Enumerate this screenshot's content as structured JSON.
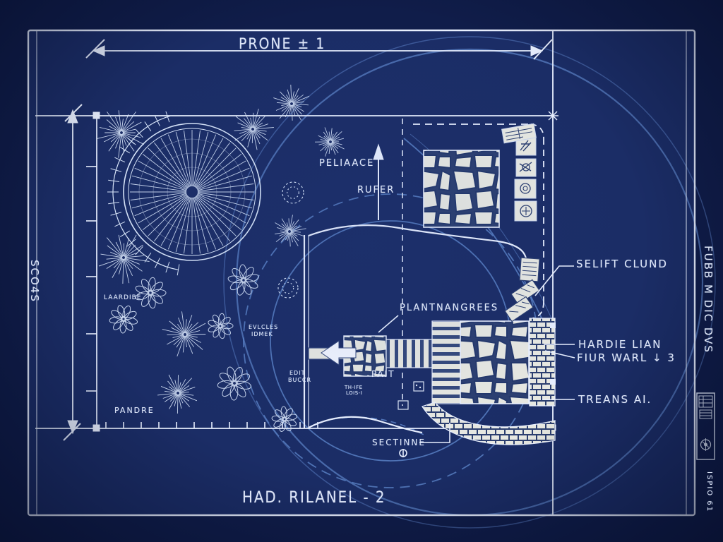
{
  "document": {
    "kind": "blueprint-landscape-plan",
    "sheet_number": "2"
  },
  "labels": {
    "top_dimension": "PRONE ± 1",
    "bottom_title": "HAD. RILANEL - 2",
    "left_margin": "SCO4S",
    "right_margin": "FUBB M DIC DVS",
    "corner_number": "ISPIO 61",
    "terrace": "PELIAACE",
    "rufer": "RUFER",
    "planters": "PLANTNANGREES",
    "path": "PAIT",
    "section": "SECTINNE",
    "laardibe": "LAARDIBE",
    "evlcles_line1": "EVLCLES",
    "evlcles_line2": "IDMEK",
    "edit_line1": "EDIT",
    "edit_line2": "BUCCR",
    "pandre": "PANDRE",
    "thife_line1": "TH-IFE",
    "thife_line2": "LOIS-I",
    "note_selift": "SELIFT CLUND",
    "note_hardie": "HARDIE LIAN",
    "note_fiur": "FIUR WARL ↓ 3",
    "note_treans": "TREANS AI."
  },
  "icons": [
    "legend-tile-icon-1",
    "legend-tile-icon-2",
    "legend-tile-icon-3",
    "legend-tile-icon-4",
    "north-arrow-icon",
    "compass-dial-icon",
    "title-block-grid-icon"
  ],
  "colors": {
    "paper": "#1b2d66",
    "margin": "#101d4a",
    "line": "#e9f0ff",
    "accent_blue": "#5d84c9",
    "stone_fill": "#e8e9e2"
  }
}
